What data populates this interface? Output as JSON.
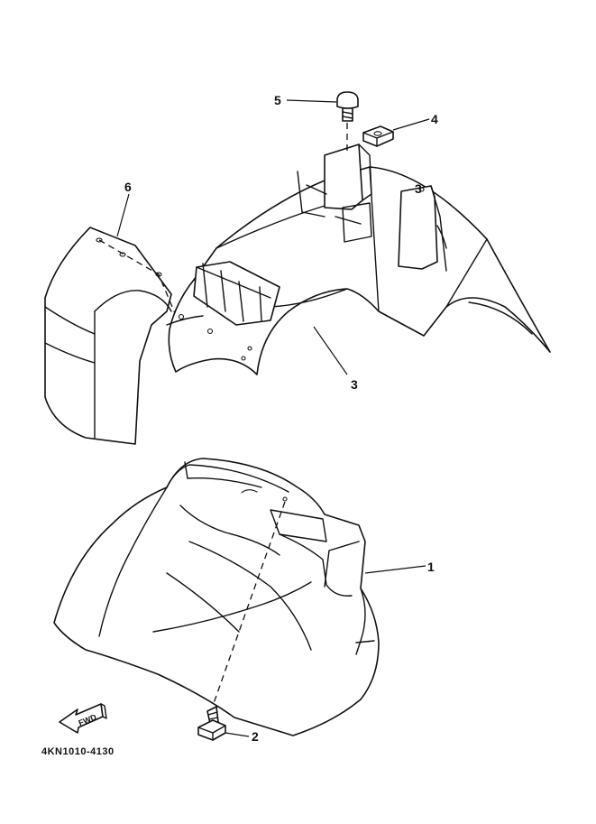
{
  "diagram": {
    "callouts": {
      "part1": "1",
      "part2": "2",
      "part3": "3",
      "part3_top": "3",
      "part4": "4",
      "part5": "5",
      "part6": "6"
    },
    "reference_code": "4KN1010-4130",
    "fwd_label": "FWD"
  }
}
